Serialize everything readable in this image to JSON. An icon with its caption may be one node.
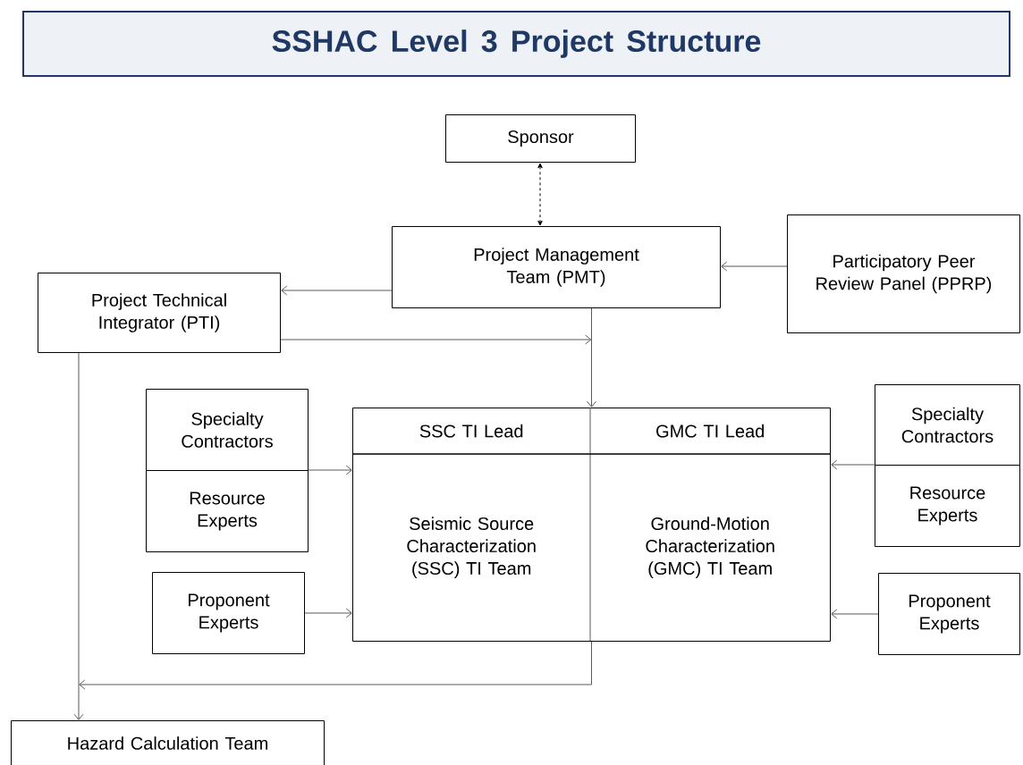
{
  "diagram": {
    "title": "SSHAC Level 3 Project Structure",
    "nodes": [
      {
        "text": [
          "Sponsor"
        ]
      },
      {
        "text": [
          "Project Management Team (PMT)"
        ]
      },
      {
        "text": [
          "Participatory Peer Review Panel (PPRP)"
        ]
      },
      {
        "text": [
          "Project Technical Integrator (PTI)"
        ]
      },
      {
        "text": [
          "Specialty Contractors"
        ]
      },
      {
        "text": [
          "Resource Experts"
        ]
      },
      {
        "text": [
          "Proponent Experts"
        ]
      },
      {
        "text": [],
        "shape": "box"
      },
      {
        "text": [
          "SSC TI Lead"
        ],
        "in": 7
      },
      {
        "text": [
          "GMC TI Lead"
        ],
        "in": 7
      },
      {
        "text": [
          "Seismic Source Characterization (SSC) TI Team"
        ],
        "in": 7
      },
      {
        "text": [
          "Ground-Motion Characterization (GMC) TI Team"
        ],
        "in": 7
      },
      {
        "text": [
          "Specialty Contractors"
        ]
      },
      {
        "text": [
          "Resource Experts"
        ]
      },
      {
        "text": [
          "Proponent Experts"
        ]
      },
      {
        "text": [
          "Hazard Calculation Team"
        ]
      }
    ],
    "edges": [
      {
        "from": 0,
        "to": 1,
        "arrow": "both",
        "style": "dashed",
        "color": "#000000"
      },
      {
        "from": 1,
        "to": 3,
        "arrow": "to"
      },
      {
        "from": 2,
        "to": 1,
        "arrow": "to"
      },
      {
        "from": 1,
        "to": 7,
        "arrow": "to"
      },
      {
        "from": 3,
        "to": 7,
        "arrow": "to"
      },
      {
        "from": 4,
        "to": 7,
        "arrow": "to"
      },
      {
        "from": 5,
        "to": 7,
        "arrow": "to"
      },
      {
        "from": 6,
        "to": 7,
        "arrow": "to"
      },
      {
        "from": 12,
        "to": 7,
        "arrow": "to"
      },
      {
        "from": 13,
        "to": 7,
        "arrow": "to"
      },
      {
        "from": 14,
        "to": 7,
        "arrow": "to"
      },
      {
        "from": 7,
        "to": 15,
        "arrow": "to"
      },
      {
        "from": 3,
        "to": 15,
        "arrow": "to"
      }
    ]
  }
}
